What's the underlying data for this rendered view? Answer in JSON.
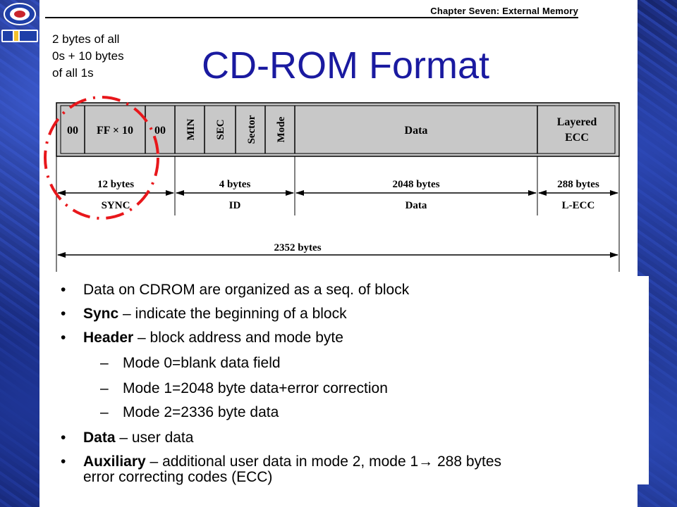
{
  "header": {
    "chapter": "Chapter Seven: External Memory",
    "title": "CD-ROM Format"
  },
  "annotation": {
    "line1": "2 bytes of all",
    "line2": "0s + 10 bytes",
    "line3": "of all 1s"
  },
  "figure": {
    "fields": [
      "00",
      "FF × 10",
      "00",
      "MIN",
      "SEC",
      "Sector",
      "Mode",
      "Data",
      "Layered",
      "ECC"
    ],
    "groups": [
      {
        "size": "12 bytes",
        "name": "SYNC"
      },
      {
        "size": "4 bytes",
        "name": "ID"
      },
      {
        "size": "2048 bytes",
        "name": "Data"
      },
      {
        "size": "288 bytes",
        "name": "L-ECC"
      }
    ],
    "total": "2352 bytes"
  },
  "bullets": {
    "b1": "Data on CDROM are organized as a seq. of block",
    "b2_label": "Sync",
    "b2_text": " – indicate the beginning of a block",
    "b3_label": "Header",
    "b3_text": " – block address and mode byte",
    "s1": "Mode 0=blank data field",
    "s2": "Mode 1=2048 byte data+error correction",
    "s3": "Mode 2=2336 byte data",
    "b4_label": "Data",
    "b4_text": " – user data",
    "b5_label": "Auxiliary",
    "b5_text": " – additional user data in mode 2, mode 1",
    "b5_arrow": "→",
    "b5_text2": " 288 bytes",
    "b5_line2": "error correcting codes (ECC)"
  }
}
